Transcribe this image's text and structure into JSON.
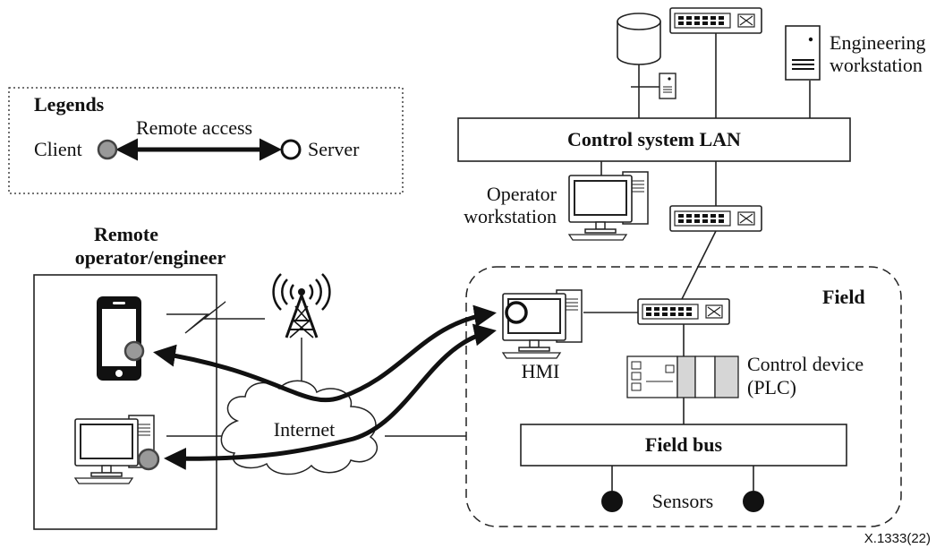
{
  "legend": {
    "title": "Legends",
    "remote_access": "Remote access",
    "client": "Client",
    "server": "Server"
  },
  "remote": {
    "title_line1": "Remote",
    "title_line2": "operator/engineer"
  },
  "labels": {
    "control_lan": "Control system LAN",
    "engineering_line1": "Engineering",
    "engineering_line2": "workstation",
    "operator_line1": "Operator",
    "operator_line2": "workstation",
    "field": "Field",
    "hmi": "HMI",
    "control_device_line1": "Control device",
    "control_device_line2": "(PLC)",
    "field_bus": "Field bus",
    "sensors": "Sensors",
    "internet": "Internet",
    "figure_id": "X.1333(22)"
  },
  "colors": {
    "client_node": "#999999",
    "server_node": "#ffffff",
    "stroke": "#222222",
    "sensor": "#111111"
  }
}
